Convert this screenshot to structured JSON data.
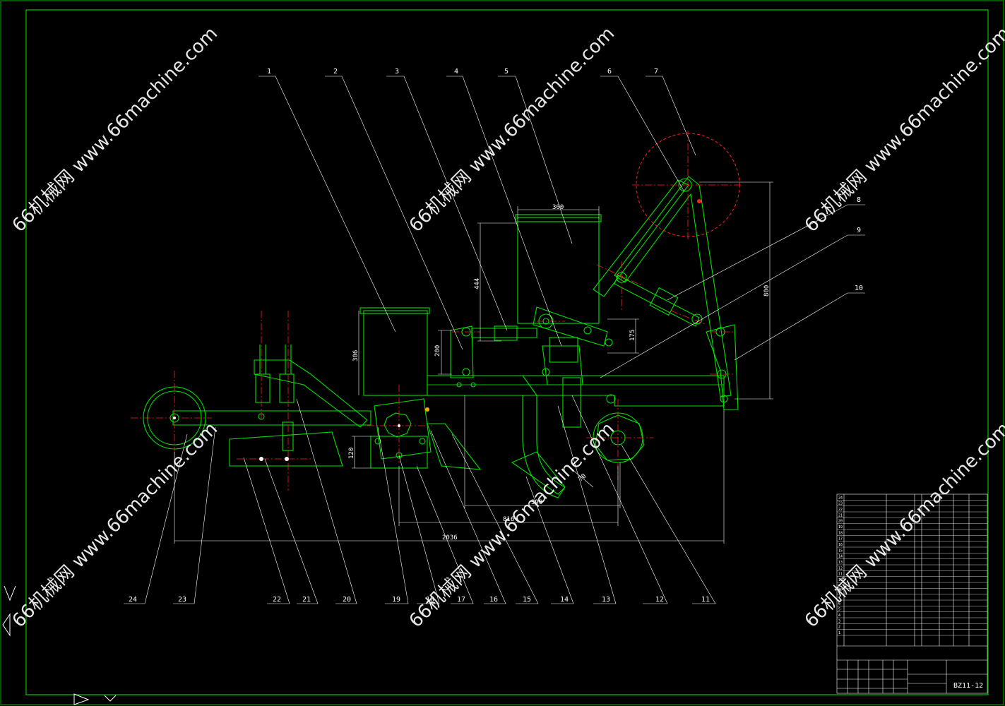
{
  "colors": {
    "background": "#000000",
    "frame": "#00c800",
    "part": "#00e000",
    "center": "#ff2020",
    "leader": "#ffffff",
    "wheel_dashed": "#ff2020"
  },
  "top_callouts": [
    "1",
    "2",
    "3",
    "4",
    "5",
    "6",
    "7"
  ],
  "right_callouts": [
    "8",
    "9",
    "10"
  ],
  "bottom_callouts": [
    "24",
    "23",
    "22",
    "21",
    "20",
    "19",
    "18",
    "17",
    "16",
    "15",
    "14",
    "13",
    "12",
    "11"
  ],
  "dimensions": {
    "d300": "300",
    "d444": "444",
    "d306": "306",
    "d200": "200",
    "d175": "175",
    "d800": "800",
    "d120": "120",
    "d390": "390",
    "d816": "816",
    "d2036": "2036",
    "d70": "70"
  },
  "watermark": "66机械网 www.66machine.com",
  "title_block": {
    "drawing_code": "BZ11-12",
    "rows": [
      "24",
      "23",
      "22",
      "21",
      "20",
      "19",
      "18",
      "17",
      "16",
      "15",
      "14",
      "13",
      "12",
      "11",
      "10",
      "9",
      "8",
      "7",
      "6",
      "5",
      "4",
      "3",
      "2",
      "1"
    ]
  }
}
